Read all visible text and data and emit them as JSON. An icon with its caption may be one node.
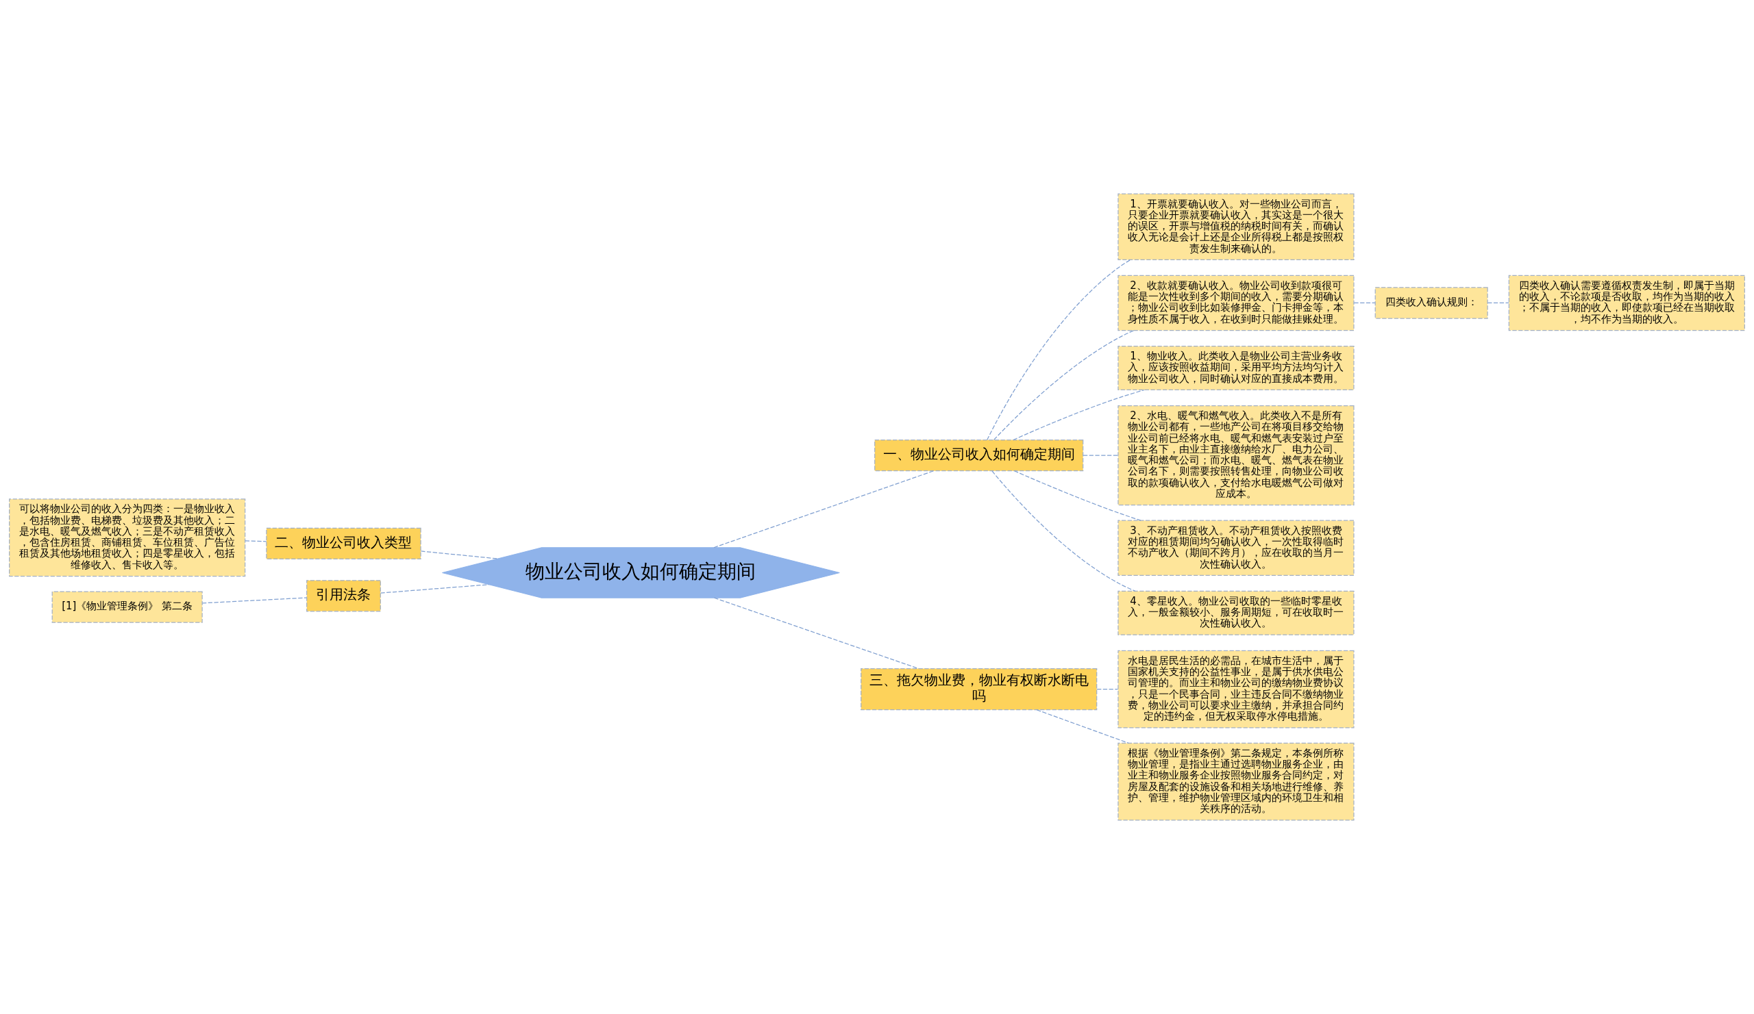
{
  "diagram": {
    "nodes": [
      {
        "text": [
          "物业公司收入如何确定期间"
        ]
      },
      {
        "text": [
          "一、物业公司收入如何确定期间"
        ]
      },
      {
        "text": [
          "1、开票就要确认收入。对一些物业公司而言，只要企业开票就要确认收入，其实这是一个很大的误区，开票与增值税的纳税时间有关，而确认收入无论是会计上还是企业所得税上都是按照权责发生制来确认的。"
        ]
      },
      {
        "text": [
          "2、收款就要确认收入。物业公司收到款项很可能是一次性收到多个期间的收入，需要分期确认；物业公司收到比如装修押金、门卡押金等，本身性质不属于收入，在收到时只能做挂账处理。"
        ]
      },
      {
        "text": [
          "1、物业收入。此类收入是物业公司主营业务收入，应该按照收益期间，采用平均方法均匀计入物业公司收入，同时确认对应的直接成本费用。"
        ]
      },
      {
        "text": [
          "2、水电、暖气和燃气收入。此类收入不是所有物业公司都有，一些地产公司在将项目移交给物业公司前已经将水电、暖气和燃气表安装过户至业主名下，由业主直接缴纳给水厂、电力公司、暖气和燃气公司；而水电、暖气、燃气表在物业公司名下，则需要按照转售处理，向物业公司收取的款项确认收入，支付给水电暖燃气公司做对应成本。"
        ]
      },
      {
        "text": [
          "3、不动产租赁收入。不动产租赁收入按照收费对应的租赁期间均匀确认收入，一次性取得临时不动产收入（期间不跨月），应在收取的当月一次性确认收入。"
        ]
      },
      {
        "text": [
          "4、零星收入。物业公司收取的一些临时零星收入，一般金额较小、服务周期短，可在收取时一次性确认收入。"
        ]
      },
      {
        "text": [
          "四类收入确认规则："
        ]
      },
      {
        "text": [
          "四类收入确认需要遵循权责发生制，即属于当期的收入，不论款项是否收取，均作为当期的收入；不属于当期的收入，即使款项已经在当期收取，均不作为当期的收入。"
        ]
      },
      {
        "text": [
          "三、拖欠物业费，物业有权断水断电吗"
        ]
      },
      {
        "text": [
          "水电是居民生活的必需品，在城市生活中，属于国家机关支持的公益性事业，是属于供水供电公司管理的。而业主和物业公司的缴纳物业费协议，只是一个民事合同，业主违反合同不缴纳物业费，物业公司可以要求业主缴纳，并承担合同约定的违约金，但无权采取停水停电措施。"
        ]
      },
      {
        "text": [
          "根据《物业管理条例》第二条规定，本条例所称物业管理，是指业主通过选聘物业服务企业，由业主和物业服务企业按照物业服务合同约定，对房屋及配套的设施设备和相关场地进行维修、养护、管理，维护物业管理区域内的环境卫生和相关秩序的活动。"
        ]
      },
      {
        "text": [
          "二、物业公司收入类型"
        ]
      },
      {
        "text": [
          "可以将物业公司的收入分为四类：一是物业收入，包括物业费、电梯费、垃圾费及其他收入；二是水电、暖气及燃气收入；三是不动产租赁收入，包含住房租赁、商铺租赁、车位租赁、广告位租赁及其他场地租赁收入；四是零星收入，包括维修收入、售卡收入等。"
        ]
      },
      {
        "text": [
          "引用法条"
        ]
      },
      {
        "text": [
          "[1]《物业管理条例》 第二条"
        ]
      }
    ],
    "edges": [
      {
        "from": 0,
        "to": 1,
        "arrow": "none",
        "style": "dashed"
      },
      {
        "from": 1,
        "to": 2,
        "arrow": "none",
        "style": "dashed"
      },
      {
        "from": 1,
        "to": 3,
        "arrow": "none",
        "style": "dashed"
      },
      {
        "from": 1,
        "to": 4,
        "arrow": "none",
        "style": "dashed"
      },
      {
        "from": 1,
        "to": 5,
        "arrow": "none",
        "style": "dashed"
      },
      {
        "from": 1,
        "to": 6,
        "arrow": "none",
        "style": "dashed"
      },
      {
        "from": 1,
        "to": 7,
        "arrow": "none",
        "style": "dashed"
      },
      {
        "from": 3,
        "to": 8,
        "arrow": "none",
        "style": "dashed"
      },
      {
        "from": 8,
        "to": 9,
        "arrow": "none",
        "style": "dashed"
      },
      {
        "from": 0,
        "to": 10,
        "arrow": "none",
        "style": "dashed"
      },
      {
        "from": 10,
        "to": 11,
        "arrow": "none",
        "style": "dashed"
      },
      {
        "from": 10,
        "to": 12,
        "arrow": "none",
        "style": "dashed"
      },
      {
        "from": 0,
        "to": 13,
        "arrow": "none",
        "style": "dashed"
      },
      {
        "from": 13,
        "to": 14,
        "arrow": "none",
        "style": "dashed"
      },
      {
        "from": 0,
        "to": 15,
        "arrow": "none",
        "style": "dashed"
      },
      {
        "from": 15,
        "to": 16,
        "arrow": "none",
        "style": "dashed"
      }
    ]
  }
}
